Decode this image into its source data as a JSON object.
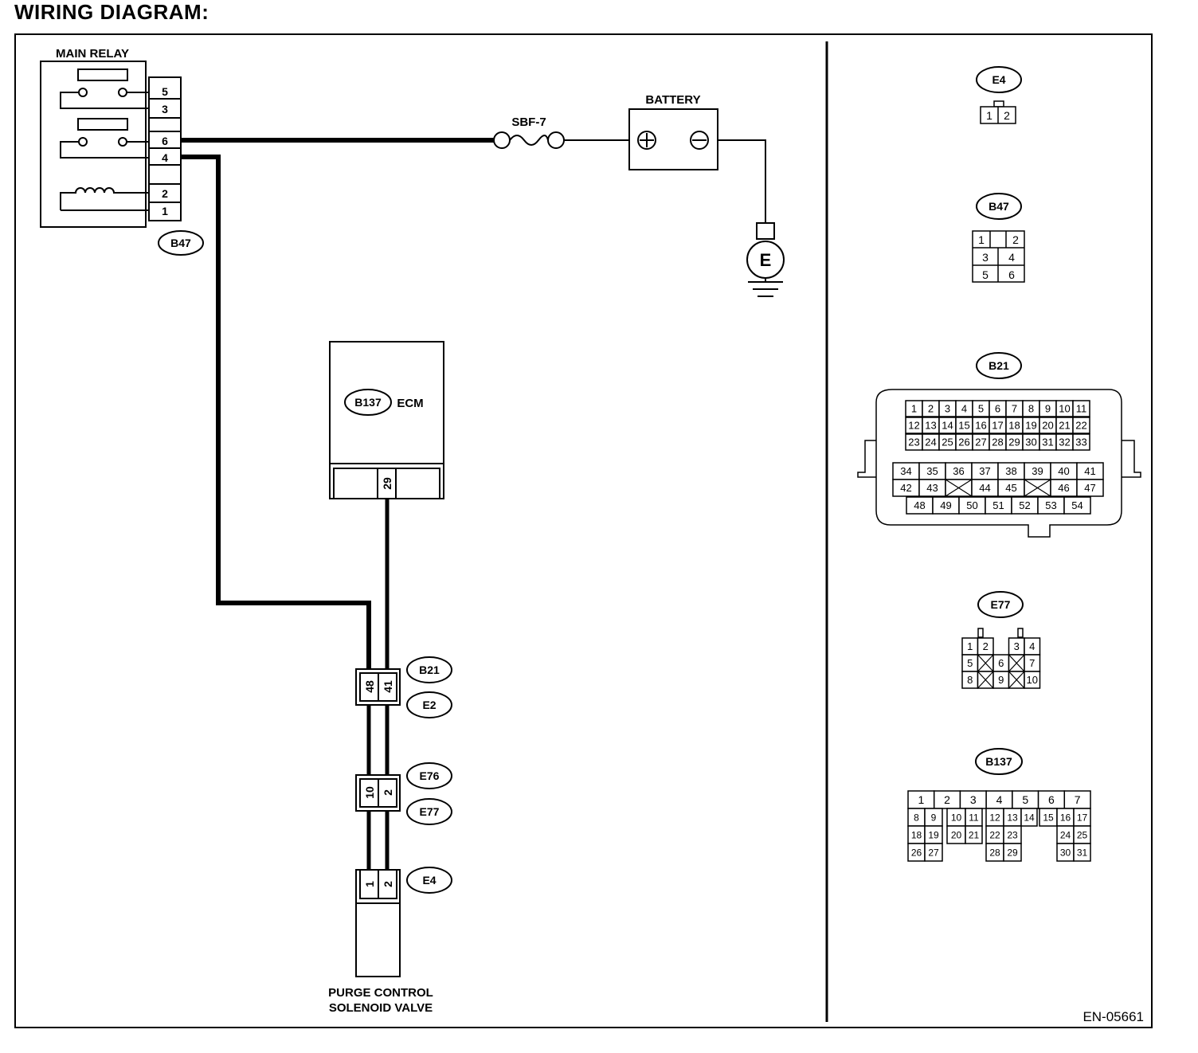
{
  "title": "WIRING DIAGRAM:",
  "figure_id": "EN-05661",
  "colors": {
    "line": "#000000",
    "background": "#ffffff"
  },
  "components": {
    "main_relay": {
      "label": "MAIN RELAY",
      "connector": "B47",
      "pins": [
        "5",
        "3",
        "6",
        "4",
        "2",
        "1"
      ]
    },
    "fuse": {
      "label": "SBF-7"
    },
    "battery": {
      "label": "BATTERY",
      "plus": "+",
      "minus": "−"
    },
    "ground": {
      "label": "E"
    },
    "ecm": {
      "label": "ECM",
      "connector": "B137",
      "pin": "29"
    },
    "joint_b21_e2": {
      "top": "B21",
      "bottom": "E2",
      "pins": [
        "48",
        "41"
      ]
    },
    "joint_e76_e77": {
      "top": "E76",
      "bottom": "E77",
      "pins": [
        "10",
        "2"
      ]
    },
    "valve": {
      "connector": "E4",
      "pins": [
        "1",
        "2"
      ],
      "label_line1": "PURGE CONTROL",
      "label_line2": "SOLENOID VALVE"
    }
  },
  "connector_views": {
    "e4": {
      "label": "E4",
      "pins": [
        "1",
        "2"
      ]
    },
    "b47": {
      "label": "B47",
      "rows": [
        [
          "1",
          "",
          "2"
        ],
        [
          "3",
          "4"
        ],
        [
          "5",
          "6"
        ]
      ]
    },
    "b21": {
      "label": "B21",
      "rows": [
        [
          "1",
          "2",
          "3",
          "4",
          "5",
          "6",
          "7",
          "8",
          "9",
          "10",
          "11"
        ],
        [
          "12",
          "13",
          "14",
          "15",
          "16",
          "17",
          "18",
          "19",
          "20",
          "21",
          "22"
        ],
        [
          "23",
          "24",
          "25",
          "26",
          "27",
          "28",
          "29",
          "30",
          "31",
          "32",
          "33"
        ],
        [
          "34",
          "35",
          "36",
          "37",
          "38",
          "39",
          "40",
          "41"
        ],
        [
          "42",
          "43",
          "",
          "44",
          "45",
          "",
          "46",
          "47"
        ],
        [
          "48",
          "49",
          "50",
          "51",
          "52",
          "53",
          "54"
        ]
      ]
    },
    "e77": {
      "label": "E77",
      "rows": [
        [
          "1",
          "2",
          "",
          "3",
          "4"
        ],
        [
          "5",
          "",
          "6",
          "",
          "7"
        ],
        [
          "8",
          "",
          "9",
          "",
          "10"
        ]
      ]
    },
    "b137": {
      "label": "B137",
      "rows": [
        [
          "1",
          "2",
          "3",
          "4",
          "5",
          "6",
          "7"
        ],
        [
          "8",
          "9",
          "10",
          "11",
          "12",
          "13",
          "14",
          "15",
          "16",
          "17"
        ],
        [
          "18",
          "19",
          "20",
          "21",
          "22",
          "23",
          "24",
          "25"
        ],
        [
          "26",
          "27",
          "28",
          "29",
          "30",
          "31"
        ]
      ]
    }
  }
}
